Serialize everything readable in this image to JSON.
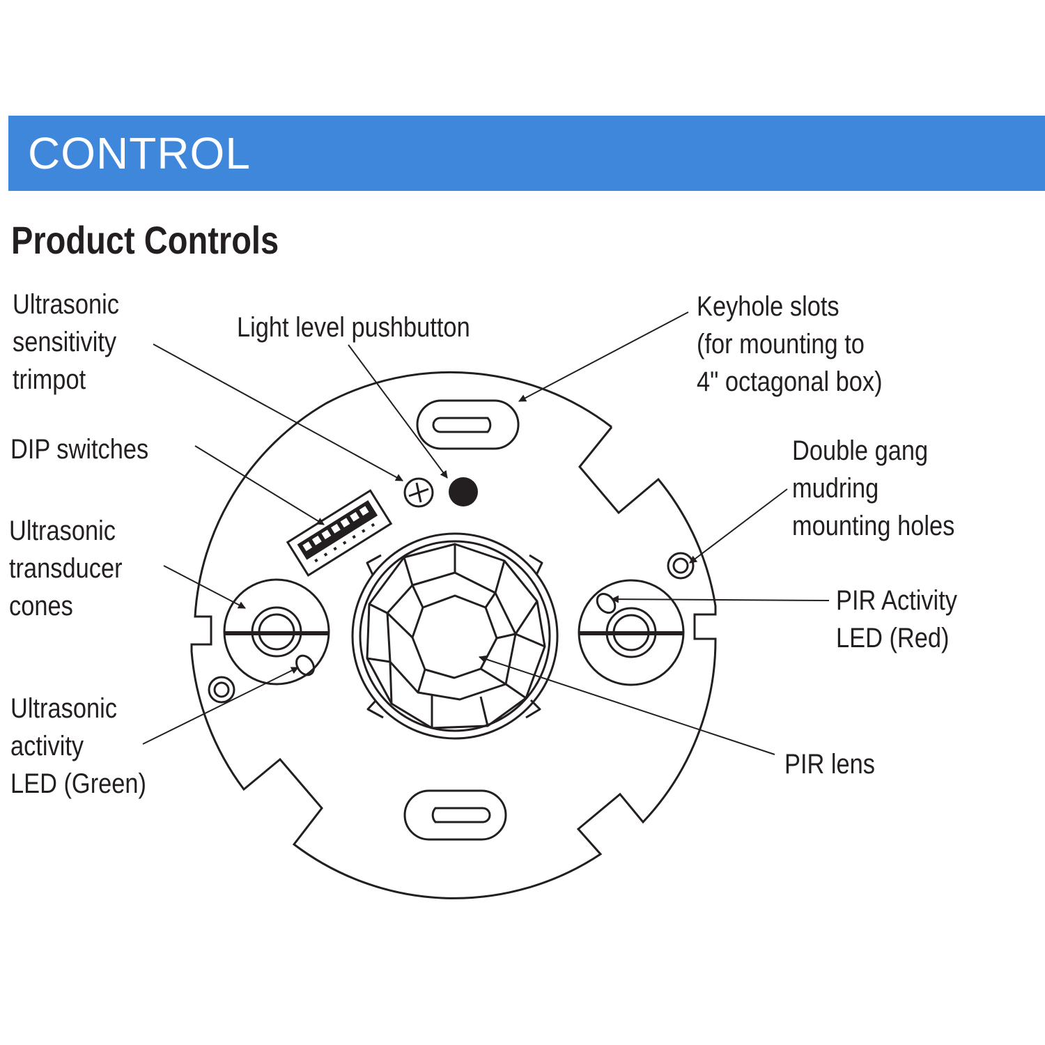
{
  "banner": {
    "title": "CONTROL",
    "color": "#3f87db"
  },
  "heading": "Product Controls",
  "labels": {
    "ultrasonic_sensitivity_trimpot": [
      "Ultrasonic",
      "sensitivity",
      "trimpot"
    ],
    "light_level_pushbutton": [
      "Light level pushbutton"
    ],
    "keyhole_slots": [
      "Keyhole slots",
      "(for mounting to",
      "4\" octagonal box)"
    ],
    "dip_switches": [
      "DIP switches"
    ],
    "double_gang_mudring": [
      "Double gang",
      "mudring",
      "mounting holes"
    ],
    "ultrasonic_transducer_cones": [
      "Ultrasonic",
      "transducer",
      "cones"
    ],
    "pir_activity_led": [
      "PIR Activity",
      "LED (Red)"
    ],
    "ultrasonic_activity_led": [
      "Ultrasonic",
      "activity",
      "LED (Green)"
    ],
    "pir_lens": [
      "PIR lens"
    ]
  }
}
